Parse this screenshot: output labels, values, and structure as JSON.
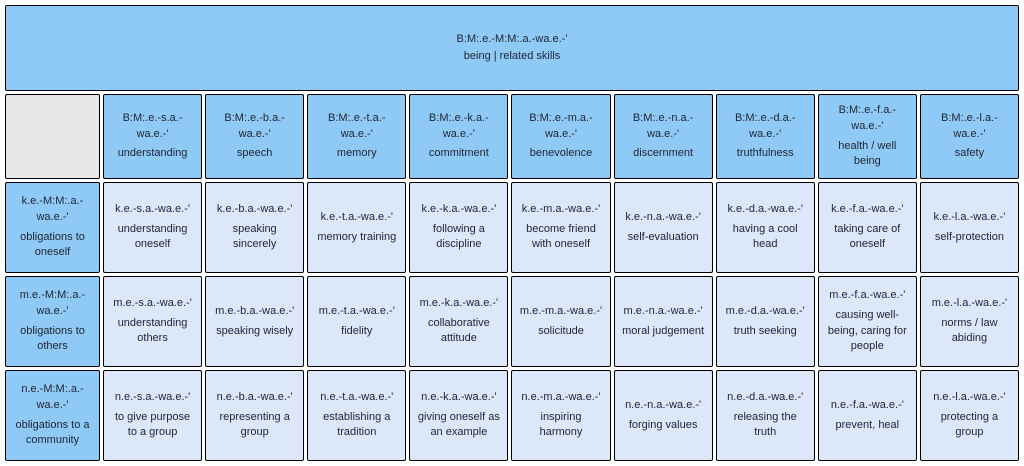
{
  "table": {
    "title": {
      "code": "B:M:.e.-M:M:.a.-wa.e.-'",
      "label": "being | related skills"
    },
    "columns": [
      {
        "code": "B:M:.e.-s.a.-wa.e.-'",
        "label": "understanding"
      },
      {
        "code": "B:M:.e.-b.a.-wa.e.-'",
        "label": "speech"
      },
      {
        "code": "B:M:.e.-t.a.-wa.e.-'",
        "label": "memory"
      },
      {
        "code": "B:M:.e.-k.a.-wa.e.-'",
        "label": "commitment"
      },
      {
        "code": "B:M:.e.-m.a.-wa.e.-'",
        "label": "benevolence"
      },
      {
        "code": "B:M:.e.-n.a.-wa.e.-'",
        "label": "discernment"
      },
      {
        "code": "B:M:.e.-d.a.-wa.e.-'",
        "label": "truthfulness"
      },
      {
        "code": "B:M:.e.-f.a.-wa.e.-'",
        "label": "health / well being"
      },
      {
        "code": "B:M:.e.-l.a.-wa.e.-'",
        "label": "safety"
      }
    ],
    "rows": [
      {
        "header": {
          "code": "k.e.-M:M:.a.-wa.e.-'",
          "label": "obligations to oneself"
        },
        "cells": [
          {
            "code": "k.e.-s.a.-wa.e.-'",
            "label": "understanding oneself"
          },
          {
            "code": "k.e.-b.a.-wa.e.-'",
            "label": "speaking sincerely"
          },
          {
            "code": "k.e.-t.a.-wa.e.-'",
            "label": "memory training"
          },
          {
            "code": "k.e.-k.a.-wa.e.-'",
            "label": "following a discipline"
          },
          {
            "code": "k.e.-m.a.-wa.e.-'",
            "label": "become friend with oneself"
          },
          {
            "code": "k.e.-n.a.-wa.e.-'",
            "label": "self-evaluation"
          },
          {
            "code": "k.e.-d.a.-wa.e.-'",
            "label": "having a cool head"
          },
          {
            "code": "k.e.-f.a.-wa.e.-'",
            "label": "taking care of oneself"
          },
          {
            "code": "k.e.-l.a.-wa.e.-'",
            "label": "self-protection"
          }
        ]
      },
      {
        "header": {
          "code": "m.e.-M:M:.a.-wa.e.-'",
          "label": "obligations to others"
        },
        "cells": [
          {
            "code": "m.e.-s.a.-wa.e.-'",
            "label": "understanding others"
          },
          {
            "code": "m.e.-b.a.-wa.e.-'",
            "label": "speaking wisely"
          },
          {
            "code": "m.e.-t.a.-wa.e.-'",
            "label": "fidelity"
          },
          {
            "code": "m.e.-k.a.-wa.e.-'",
            "label": "collaborative attitude"
          },
          {
            "code": "m.e.-m.a.-wa.e.-'",
            "label": "solicitude"
          },
          {
            "code": "m.e.-n.a.-wa.e.-'",
            "label": "moral judgement"
          },
          {
            "code": "m.e.-d.a.-wa.e.-'",
            "label": "truth seeking"
          },
          {
            "code": "m.e.-f.a.-wa.e.-'",
            "label": "causing well-being, caring for people"
          },
          {
            "code": "m.e.-l.a.-wa.e.-'",
            "label": "norms / law abiding"
          }
        ]
      },
      {
        "header": {
          "code": "n.e.-M:M:.a.-wa.e.-'",
          "label": "obligations to a community"
        },
        "cells": [
          {
            "code": "n.e.-s.a.-wa.e.-'",
            "label": "to give purpose to a group"
          },
          {
            "code": "n.e.-b.a.-wa.e.-'",
            "label": "representing a group"
          },
          {
            "code": "n.e.-t.a.-wa.e.-'",
            "label": "establishing a tradition"
          },
          {
            "code": "n.e.-k.a.-wa.e.-'",
            "label": "giving oneself as an example"
          },
          {
            "code": "n.e.-m.a.-wa.e.-'",
            "label": "inspiring harmony"
          },
          {
            "code": "n.e.-n.a.-wa.e.-'",
            "label": "forging values"
          },
          {
            "code": "n.e.-d.a.-wa.e.-'",
            "label": "releasing the truth"
          },
          {
            "code": "n.e.-f.a.-wa.e.-'",
            "label": "prevent, heal"
          },
          {
            "code": "n.e.-l.a.-wa.e.-'",
            "label": "protecting a group"
          }
        ]
      }
    ],
    "colors": {
      "header_blue": "#8fcaf7",
      "cell_light_blue": "#dce7f9",
      "corner_gray": "#e7e7e7",
      "border": "#000000"
    }
  }
}
